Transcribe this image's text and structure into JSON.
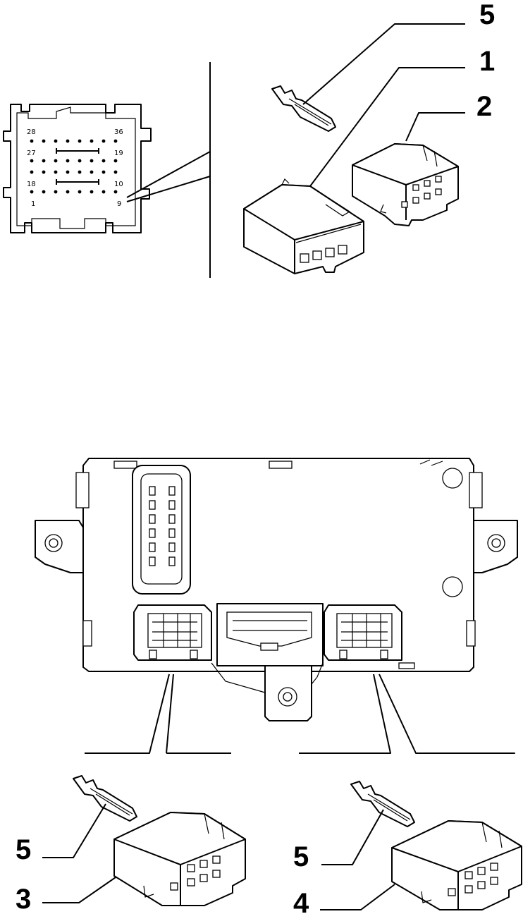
{
  "callouts": {
    "top_terminal": "5",
    "top_connector_1": "1",
    "top_connector_2": "2",
    "bottom_left_terminal": "5",
    "bottom_left_connector": "3",
    "bottom_right_terminal": "5",
    "bottom_right_connector": "4"
  },
  "pinout": {
    "top_left": "28",
    "top_right": "36",
    "mid_left": "27",
    "mid_right": "19",
    "lower_left": "18",
    "lower_right": "10",
    "bottom_left": "1",
    "bottom_right": "9"
  }
}
